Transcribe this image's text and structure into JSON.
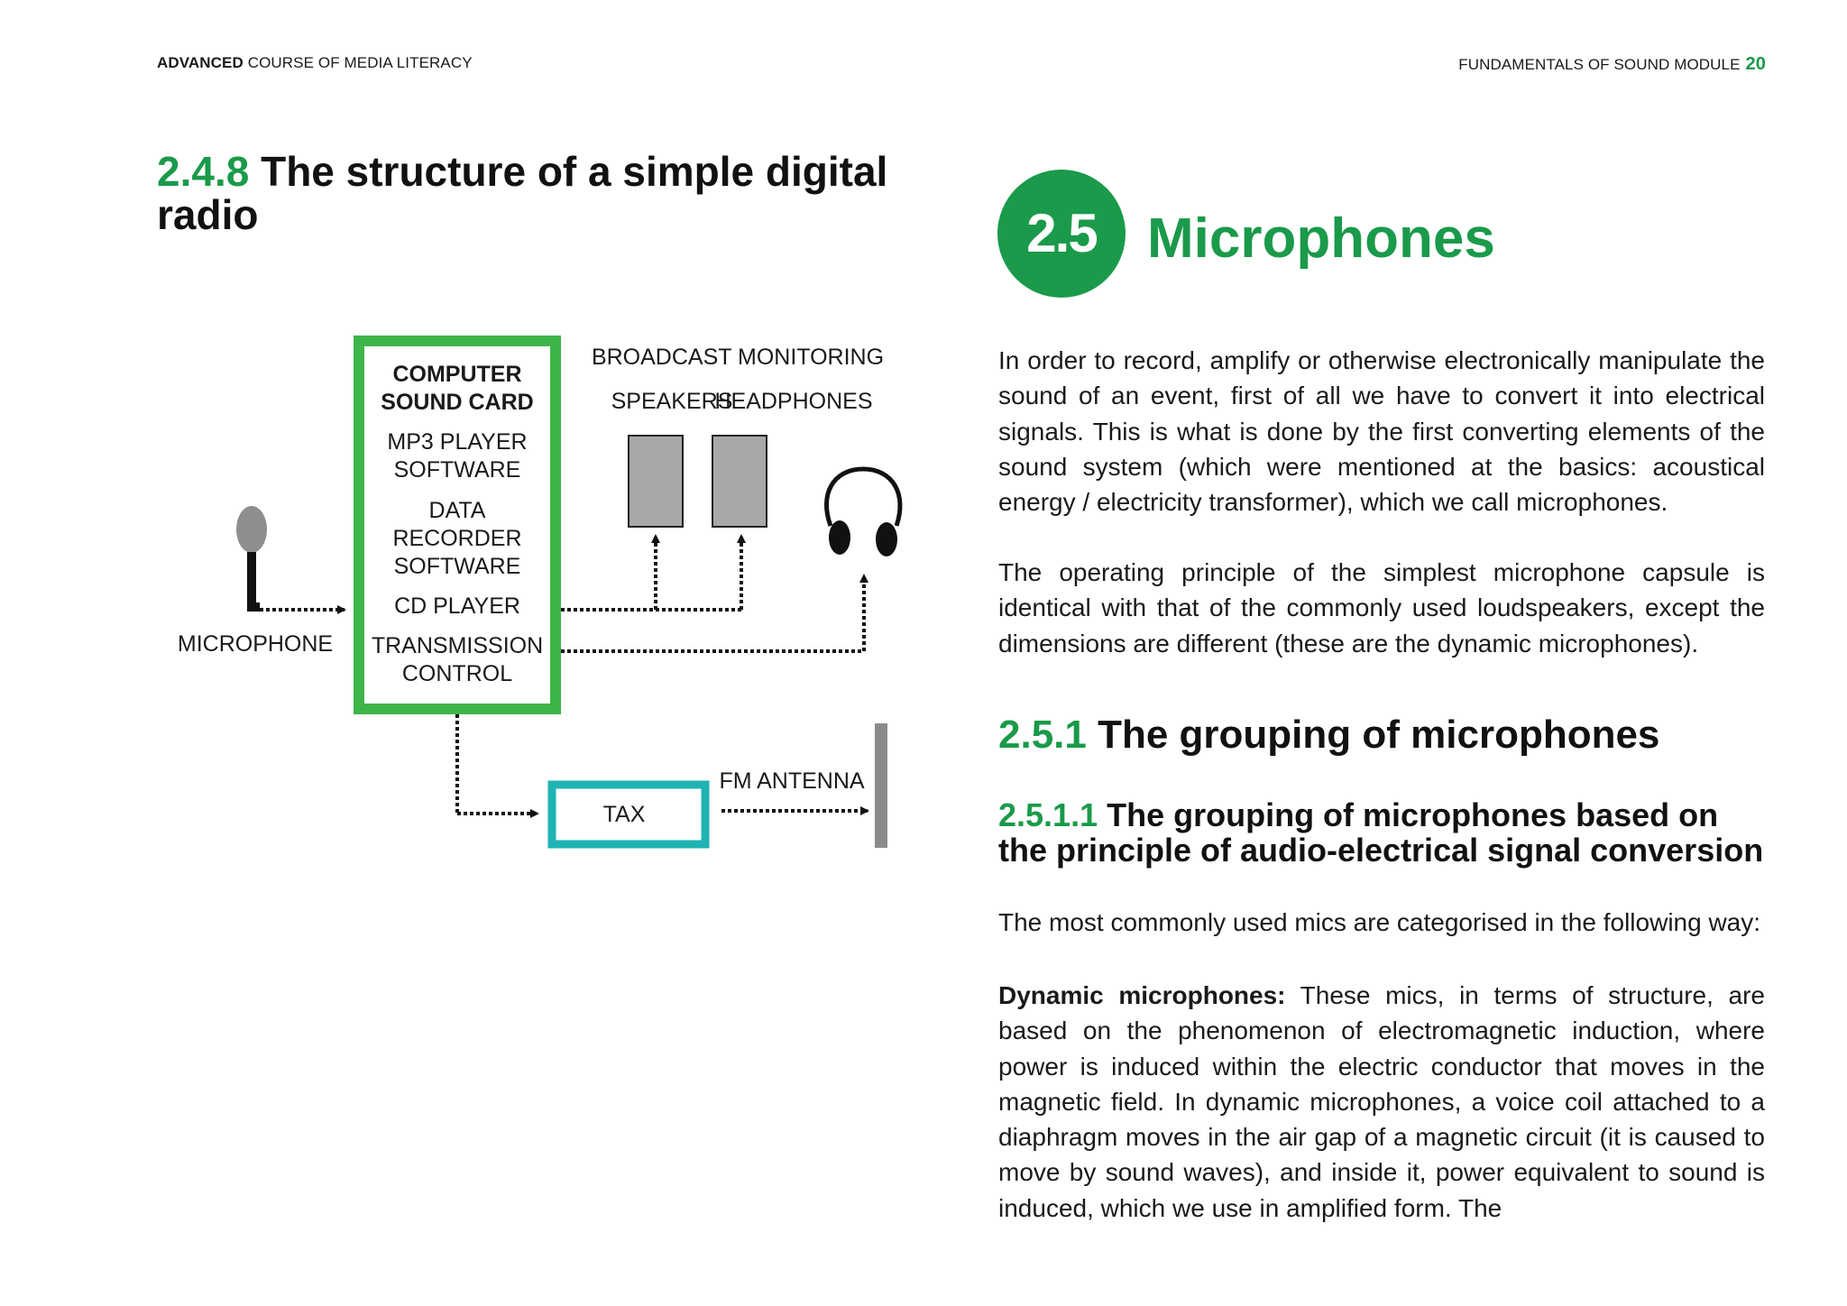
{
  "header": {
    "left_bold": "ADVANCED",
    "left_rest": " COURSE OF MEDIA LITERACY",
    "right_text": "FUNDAMENTALS OF SOUND MODULE",
    "page_number": "20"
  },
  "left_section": {
    "number": "2.4.8",
    "title": " The structure of a simple digital radio"
  },
  "diagram": {
    "computer_title_1": "COMPUTER",
    "computer_title_2": "SOUND CARD",
    "computer_items": [
      "MP3 PLAYER",
      "SOFTWARE",
      "DATA",
      "RECORDER",
      "SOFTWARE",
      "CD PLAYER",
      "TRANSMISSION",
      "CONTROL"
    ],
    "broadcast_monitoring": "BROADCAST MONITORING",
    "speakers": "SPEAKERS",
    "headphones": "HEADPHONES",
    "microphone": "MICROPHONE",
    "tax": "TAX",
    "fm_antenna": "FM ANTENNA",
    "colors": {
      "computer_box": "#3db54a",
      "tax_box": "#1fb3b3",
      "speaker_fill": "#a7a8aa",
      "antenna": "#8a8a8a"
    }
  },
  "right_section": {
    "badge": "2.5",
    "title": "Microphones",
    "p1": "In order to record, amplify or otherwise electronically manipulate the sound of an event, first of all we have to convert it into electrical signals. This is what is done by the first converting elements of the sound system (which were mentioned at the basics: acoustical energy / electricity transformer), which we call microphones.",
    "p2": "The operating principle of the simplest microphone capsule is identical with that of the commonly used loudspeakers, except the dimensions are different (these are the dynamic microphones).",
    "s251_number": "2.5.1",
    "s251_title": " The grouping of microphones",
    "s2511_number": "2.5.1.1",
    "s2511_title": " The grouping of microphones based on the principle of audio-electrical signal conversion",
    "p3": "The most commonly used mics are categorised in the following way:",
    "p4_bold": "Dynamic microphones:",
    "p4_rest": " These mics, in terms of structure, are based on the phenomenon of electromagnetic induction, where power is induced within the electric conductor that moves in the magnetic field. In dynamic microphones, a voice coil attached to a diaphragm moves in the air gap of a magnetic circuit (it is caused to move by sound waves), and inside it, power equivalent to sound is induced, which we use in amplified form. The"
  }
}
